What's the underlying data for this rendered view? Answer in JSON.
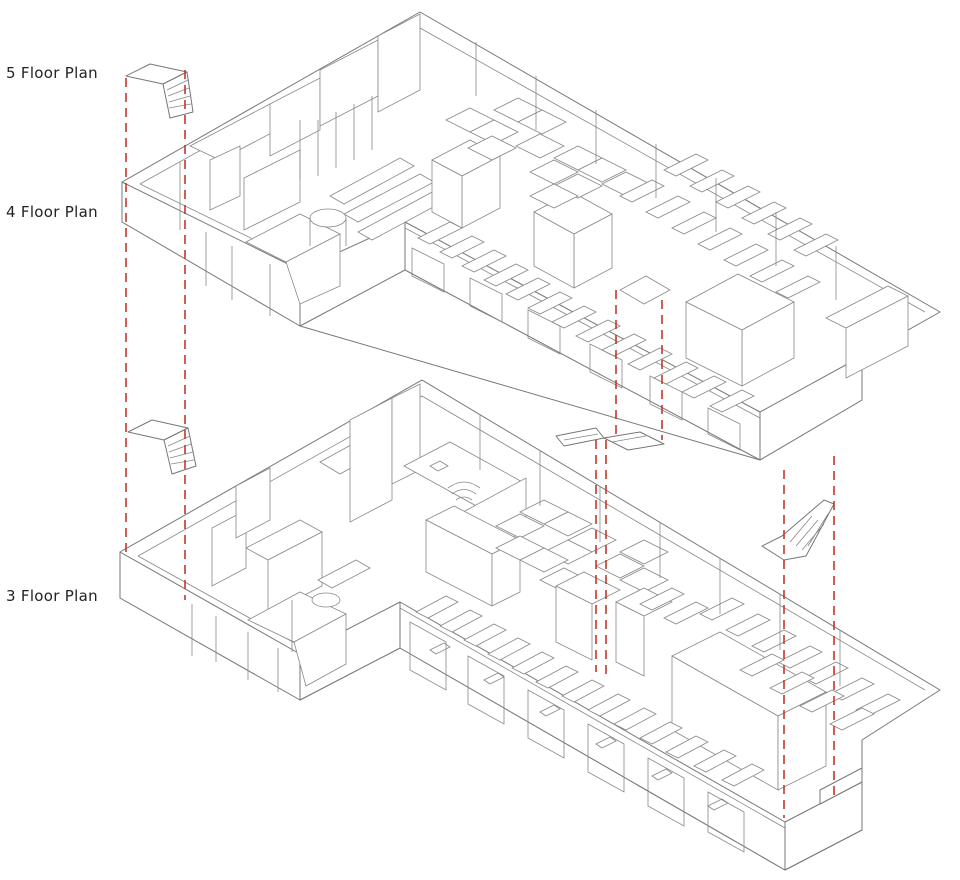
{
  "labels": {
    "floor5": "5 Floor Plan",
    "floor4": "4 Floor Plan",
    "floor3": "3 Floor Plan"
  },
  "colors": {
    "line": "#777777",
    "connector": "#c0392b",
    "background": "#ffffff"
  }
}
